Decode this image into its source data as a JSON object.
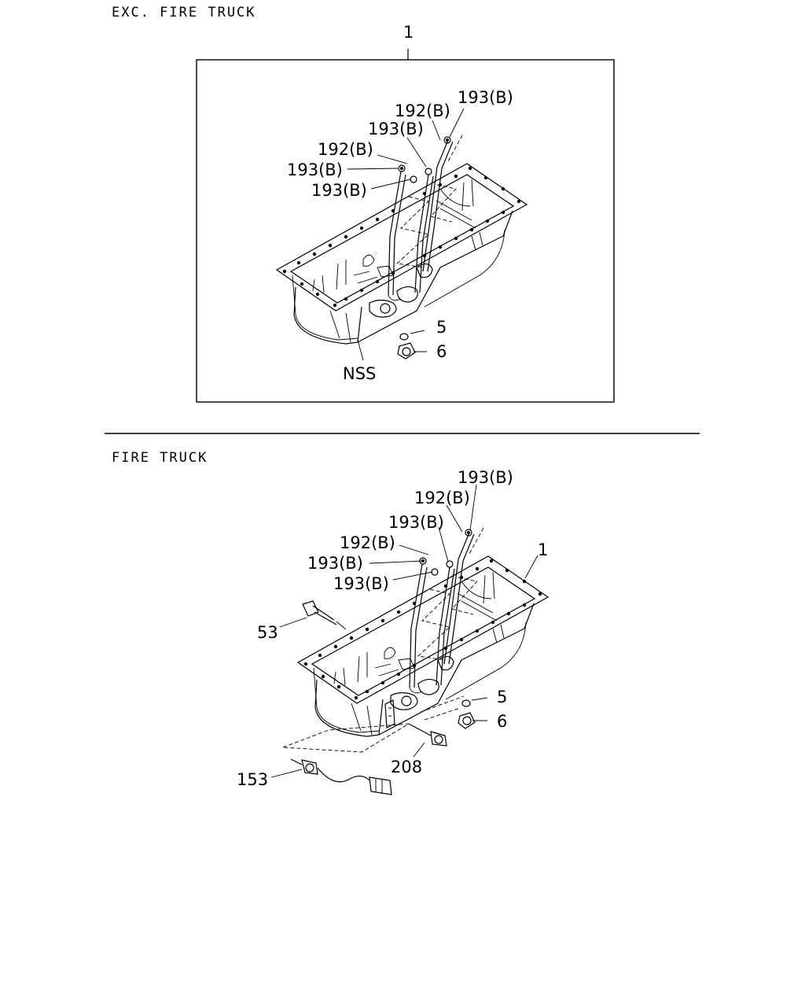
{
  "sections": [
    {
      "heading": "EXC. FIRE TRUCK",
      "callouts": {
        "c1": "1",
        "c193a": "193(B)",
        "c192a": "192(B)",
        "c193b": "193(B)",
        "c192b": "192(B)",
        "c193c": "193(B)",
        "c193d": "193(B)",
        "c5": "5",
        "c6": "6",
        "nss": "NSS"
      }
    },
    {
      "heading": "FIRE TRUCK",
      "callouts": {
        "c193a": "193(B)",
        "c192a": "192(B)",
        "c193b": "193(B)",
        "c192b": "192(B)",
        "c193c": "193(B)",
        "c193d": "193(B)",
        "c1": "1",
        "c53": "53",
        "c5": "5",
        "c6": "6",
        "c208": "208",
        "c153": "153"
      }
    }
  ]
}
